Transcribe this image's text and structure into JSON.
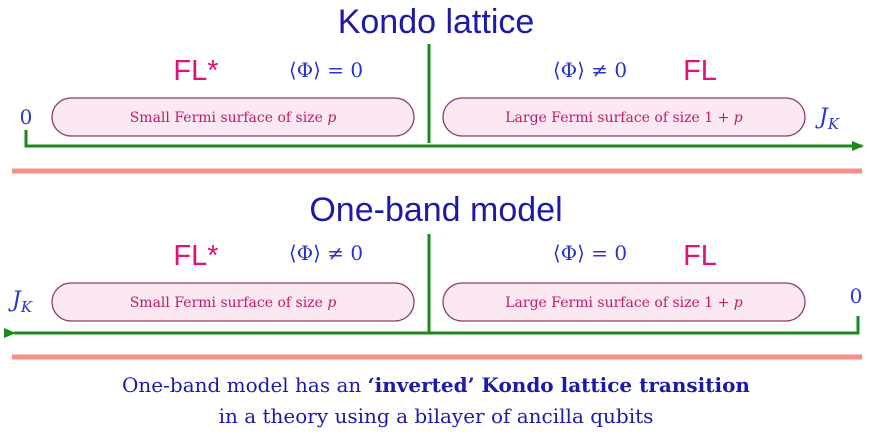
{
  "kondo": {
    "title": "Kondo lattice",
    "left_phase": "FL*",
    "left_order": "⟨Φ⟩ = 0",
    "right_order": "⟨Φ⟩ ≠ 0",
    "right_phase": "FL",
    "left_end": "0",
    "right_end": "J",
    "right_end_sub": "K",
    "left_box": "Small Fermi surface of size ",
    "left_box_var": "p",
    "right_box": "Large Fermi surface of size 1 + ",
    "right_box_var": "p"
  },
  "oneband": {
    "title": "One-band model",
    "left_phase": "FL*",
    "left_order": "⟨Φ⟩ ≠ 0",
    "right_order": "⟨Φ⟩ = 0",
    "right_phase": "FL",
    "left_end": "J",
    "left_end_sub": "K",
    "right_end": "0",
    "left_box": "Small Fermi surface of size ",
    "left_box_var": "p",
    "right_box": "Large Fermi surface of size 1 + ",
    "right_box_var": "p"
  },
  "caption": {
    "line1_pre": "One-band model has an ",
    "line1_bold": "‘inverted’ Kondo lattice transition",
    "line2": "in a theory using a bilayer of ancilla qubits"
  },
  "colors": {
    "title": "#1d1aa8",
    "phase": "#e0117a",
    "math": "#2a34c8",
    "axis": "#1a8a1a",
    "divider": "#f29089",
    "pill_fill": "#fbe8f3",
    "pill_text": "#c2196d"
  }
}
